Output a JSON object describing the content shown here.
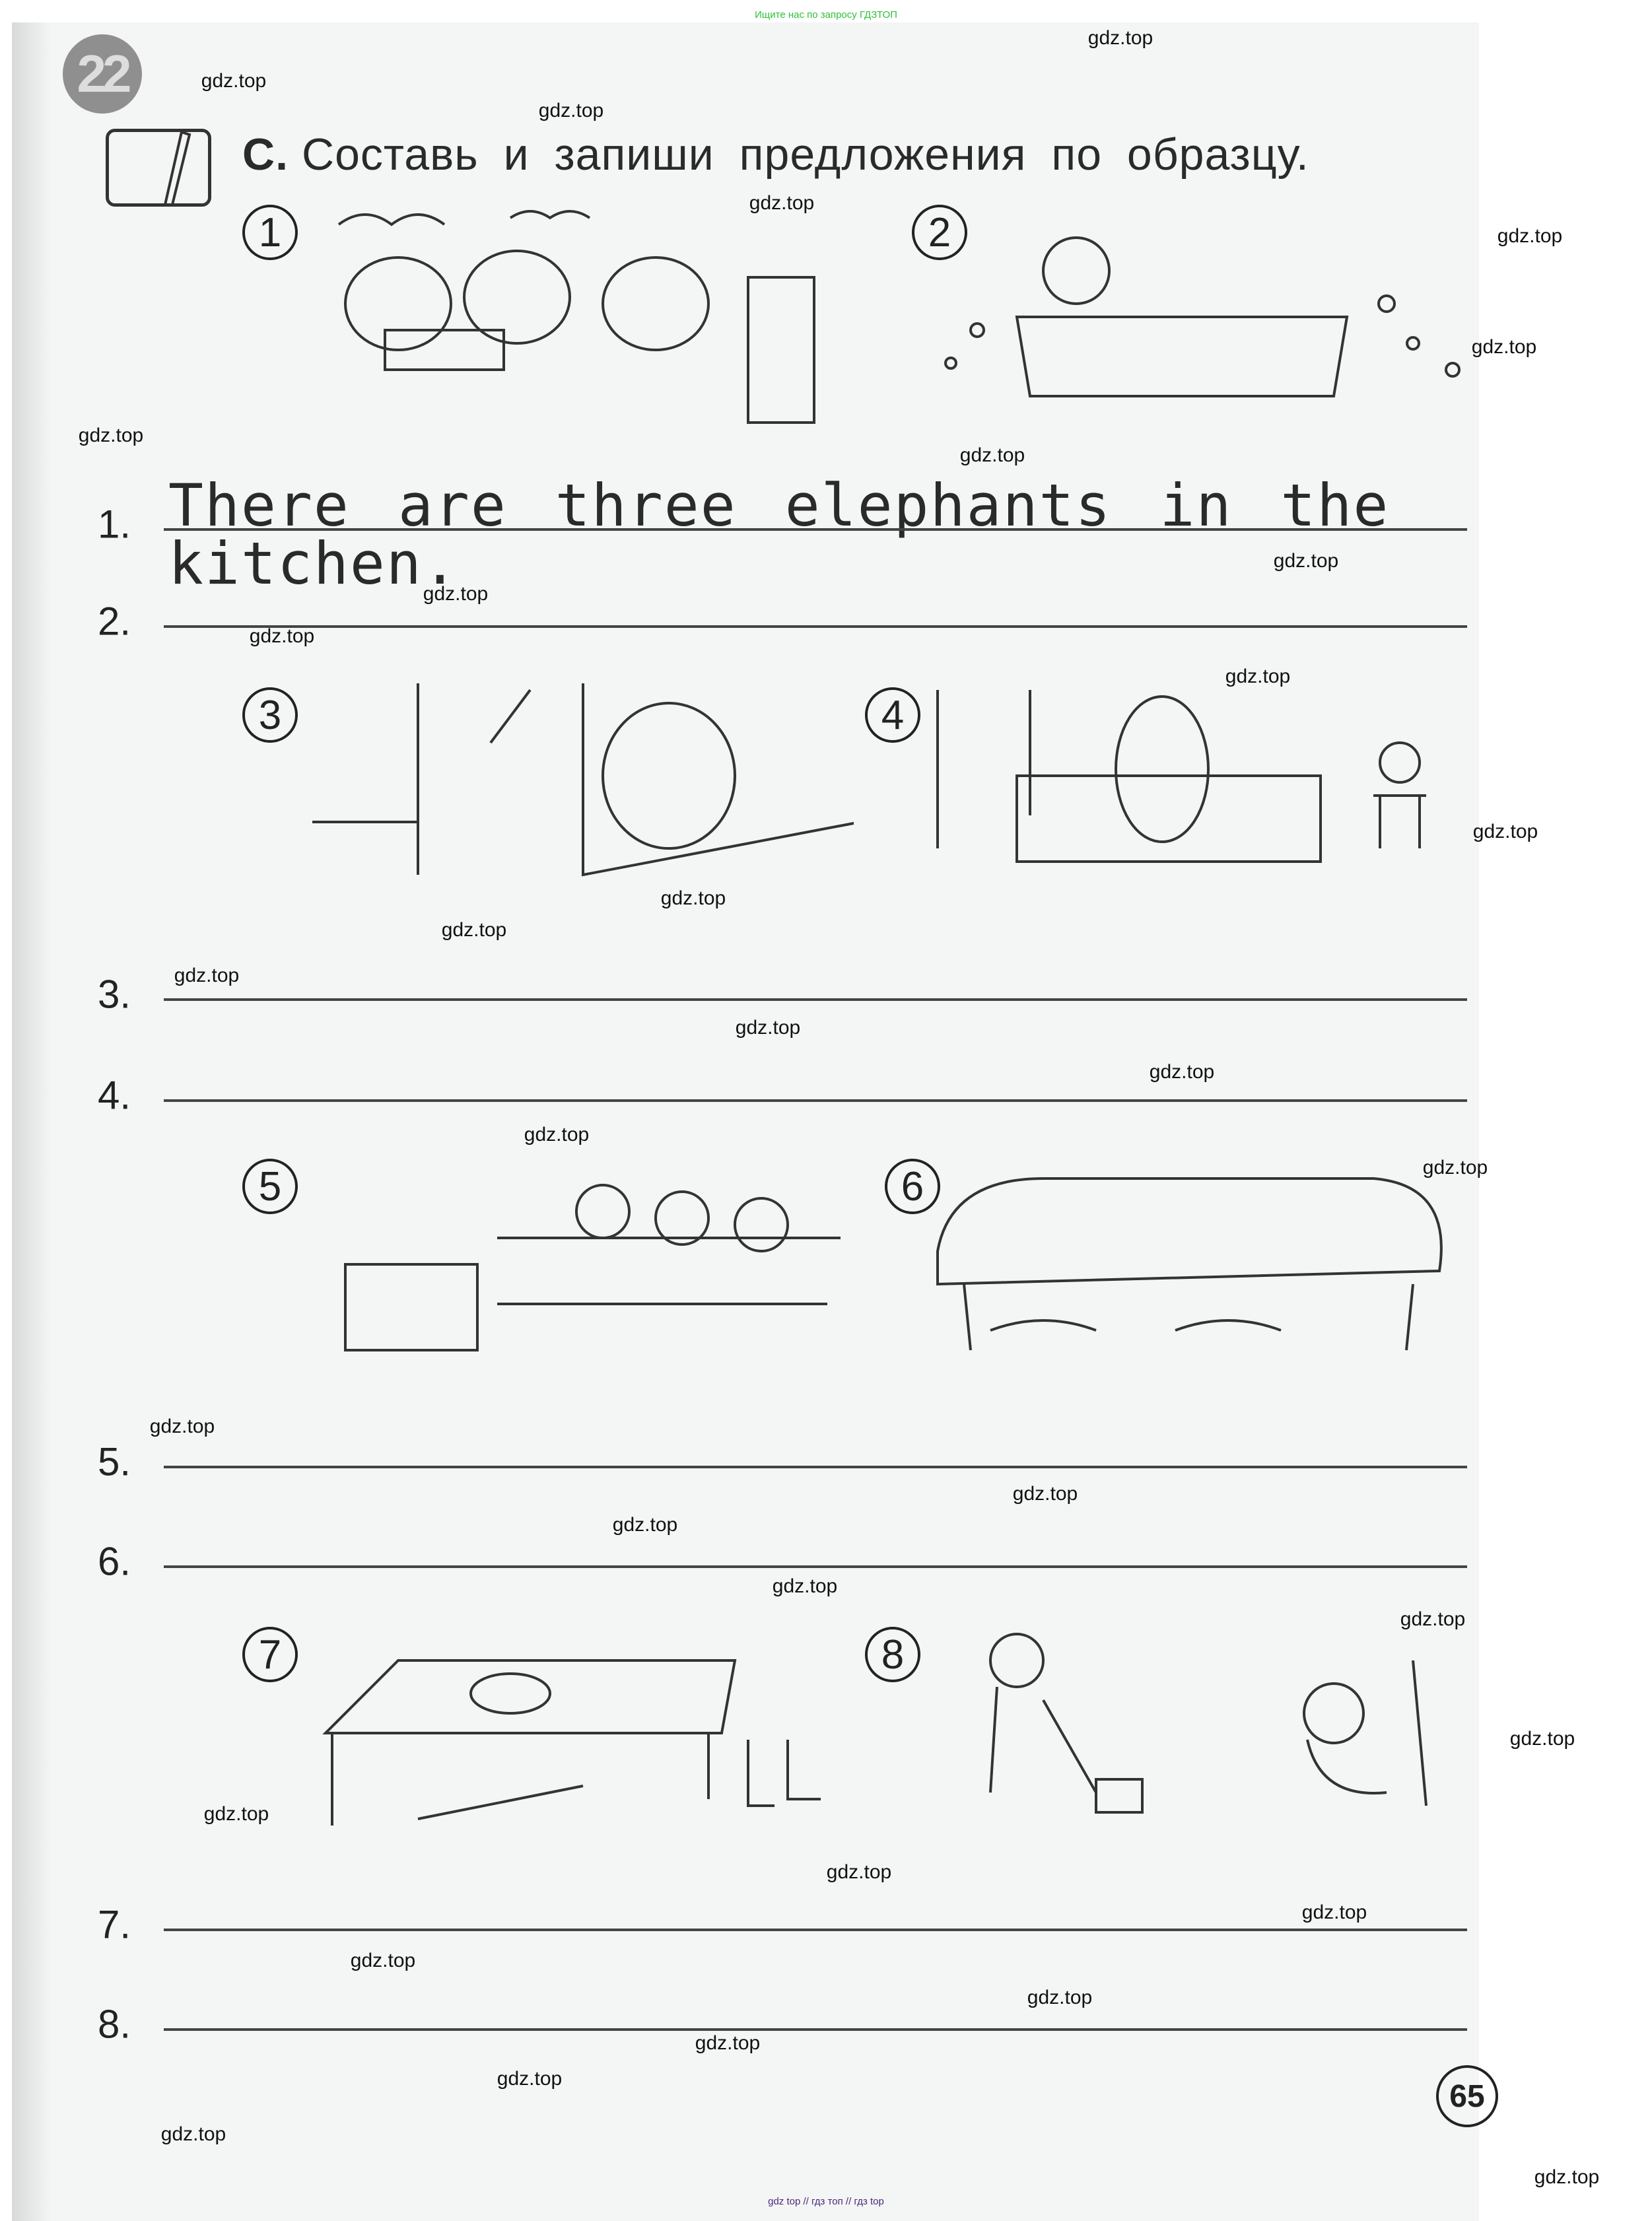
{
  "banner": "Ищите нас по запросу ГДЗТОП",
  "footer": "gdz top  //  гдз топ  //  гдз top",
  "unit_badge": "22",
  "exercise": {
    "letter": "C.",
    "instruction": "Составь и запиши предложения по образцу."
  },
  "pictures": [
    "1",
    "2",
    "3",
    "4",
    "5",
    "6",
    "7",
    "8"
  ],
  "answers": [
    {
      "number": "1.",
      "text": "There are three elephants in the kitchen."
    },
    {
      "number": "2.",
      "text": ""
    },
    {
      "number": "3.",
      "text": ""
    },
    {
      "number": "4.",
      "text": ""
    },
    {
      "number": "5.",
      "text": ""
    },
    {
      "number": "6.",
      "text": ""
    },
    {
      "number": "7.",
      "text": ""
    },
    {
      "number": "8.",
      "text": ""
    }
  ],
  "page_number": "65",
  "watermark": "gdz.top"
}
